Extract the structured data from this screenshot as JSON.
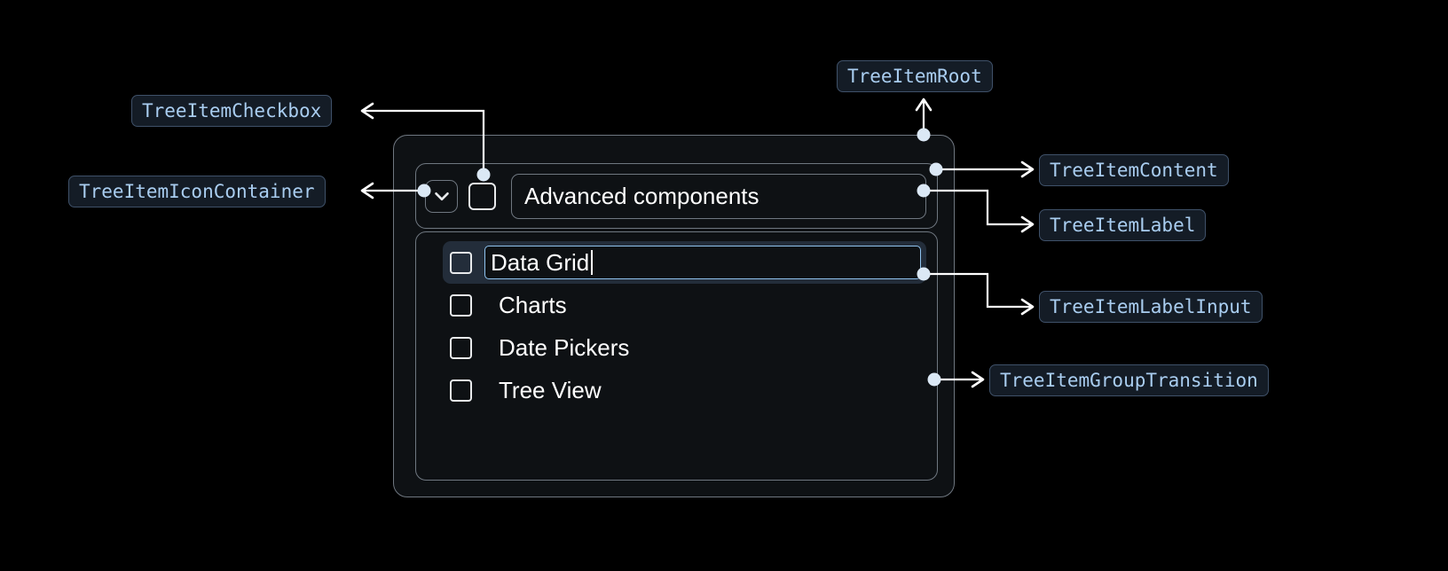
{
  "theme": {
    "page_background": "#000000",
    "panel_background": "#0e1114",
    "panel_border": "#6f7780",
    "badge_background": "#141c26",
    "badge_border": "#3f5169",
    "badge_text": "#a9cdf0",
    "connector": "#ffffff",
    "connector_dot": "#dbe8f5",
    "selected_row": "#232d3a",
    "input_focus_border": "#8fc3ef",
    "text_primary": "#ffffff"
  },
  "annotations": [
    {
      "id": "tree-item-checkbox",
      "label": "TreeItemCheckbox"
    },
    {
      "id": "tree-item-icon-container",
      "label": "TreeItemIconContainer"
    },
    {
      "id": "tree-item-root",
      "label": "TreeItemRoot"
    },
    {
      "id": "tree-item-content",
      "label": "TreeItemContent"
    },
    {
      "id": "tree-item-label",
      "label": "TreeItemLabel"
    },
    {
      "id": "tree-item-label-input",
      "label": "TreeItemLabelInput"
    },
    {
      "id": "tree-item-group-transition",
      "label": "TreeItemGroupTransition"
    }
  ],
  "tree": {
    "root": {
      "icon": "chevron-down-icon",
      "checkbox_checked": false,
      "label": "Advanced components",
      "expanded": true
    },
    "children": [
      {
        "label": "Data Grid",
        "checked": false,
        "editing": true,
        "selected": true,
        "input_value": "Data Grid"
      },
      {
        "label": "Charts",
        "checked": false,
        "editing": false,
        "selected": false
      },
      {
        "label": "Date Pickers",
        "checked": false,
        "editing": false,
        "selected": false
      },
      {
        "label": "Tree View",
        "checked": false,
        "editing": false,
        "selected": false
      }
    ]
  }
}
